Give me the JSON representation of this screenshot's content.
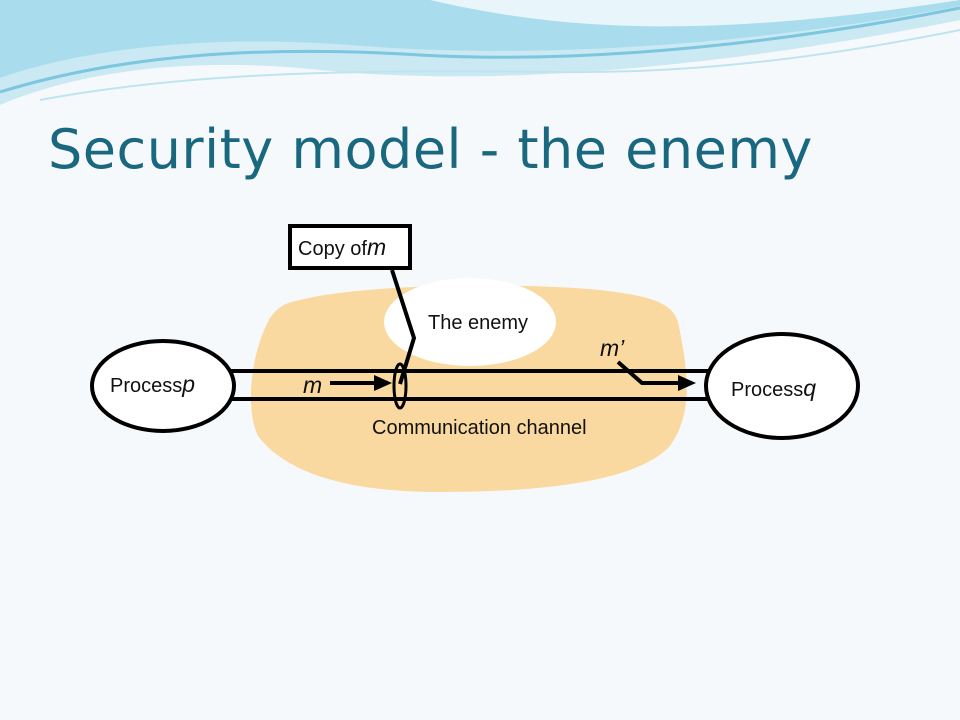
{
  "slide": {
    "title": "Security model - the enemy"
  },
  "diagram": {
    "copy_box": {
      "prefix": "Copy of",
      "var": "m"
    },
    "enemy_label": "The enemy",
    "process_p": {
      "prefix": "Process",
      "var": "p"
    },
    "process_q": {
      "prefix": "Process",
      "var": "q"
    },
    "message_label": "m",
    "modified_message_label": "m’",
    "channel_label": "Communication channel"
  },
  "colors": {
    "title": "#1a6780",
    "enemy_region": "#fad9a1",
    "header_wave_light": "#cbe9f3",
    "header_wave_mid": "#8fd0e6",
    "outline": "#000000",
    "background": "#f6f9fb"
  }
}
